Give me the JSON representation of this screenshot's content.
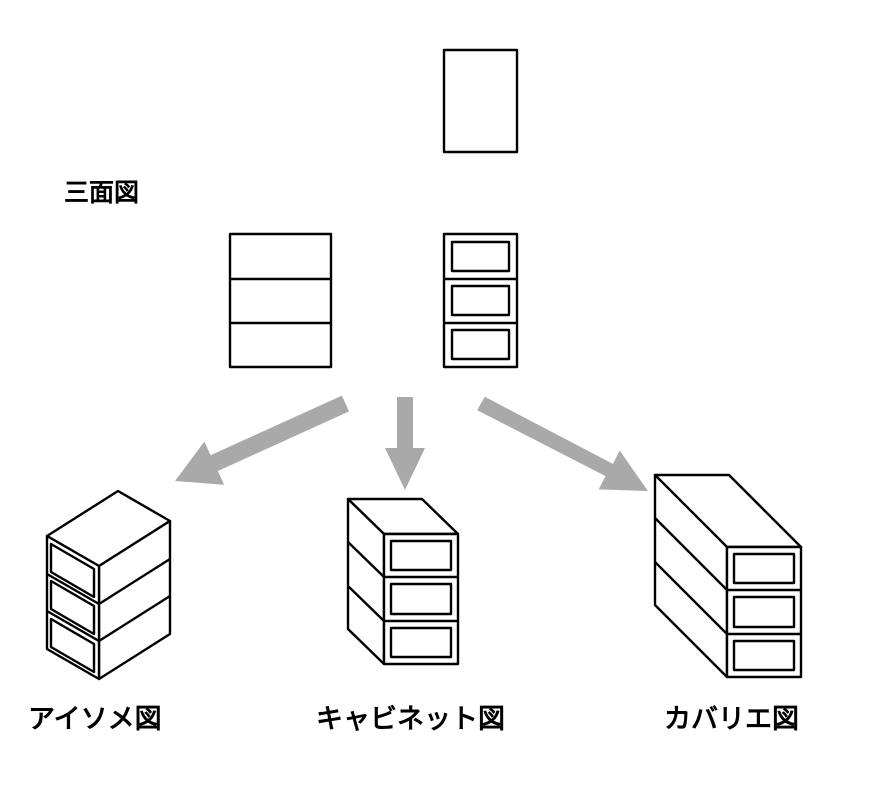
{
  "title": "三面図",
  "views": [
    "アイソメ図",
    "キャビネット図",
    "カバリエ図"
  ],
  "colors": {
    "arrow": "#a9a9a9",
    "stroke": "#000000",
    "fill": "#ffffff"
  }
}
